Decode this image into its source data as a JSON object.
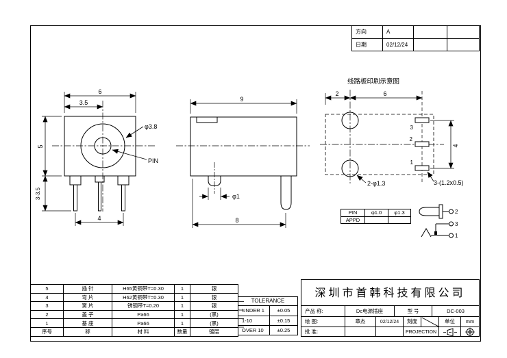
{
  "colors": {
    "line": "#000000",
    "background": "#ffffff"
  },
  "info_table": {
    "direction_label": "方向",
    "direction_value": "A",
    "date_label": "日期",
    "date_value": "02/12/24"
  },
  "front_view": {
    "dim_width": "6",
    "dim_half": "3.5",
    "dim_height": "5",
    "dim_pin_len": "3-3.5",
    "dim_pin_span": "4",
    "label_dia": "φ3.8",
    "label_pin": "PIN"
  },
  "side_view": {
    "dim_width": "9",
    "dim_pin_dia": "φ1",
    "dim_pin_pos": "8"
  },
  "pcb_view": {
    "title": "线路板印刷示意图",
    "dim_left": "2",
    "dim_right": "6",
    "dim_vertical": "4",
    "pad3": "3",
    "pad2": "2",
    "pad1": "1",
    "label_holes": "2-φ1.3",
    "label_slots": "3-(1.2x0.5)"
  },
  "pin_table": {
    "r1c1": "PIN",
    "r1c2": "φ1.0",
    "r1c3": "φ1.3",
    "r2c1": "APPD",
    "r2c2": "",
    "r2c3": ""
  },
  "schematic": {
    "t2": "2",
    "t3": "3",
    "t1": "1"
  },
  "parts_table": {
    "header": [
      "序号",
      "称",
      "材 料",
      "数量",
      "镀层"
    ],
    "rows": [
      [
        "5",
        "插 针",
        "H65黄铜带T=0.30",
        "1",
        "银"
      ],
      [
        "4",
        "弯 片",
        "H62黄铜带T=0.30",
        "1",
        "银"
      ],
      [
        "3",
        "簧 片",
        "锈钢带T=0.20",
        "1",
        "银"
      ],
      [
        "2",
        "盖 子",
        "Pa66",
        "1",
        "(黑)"
      ],
      [
        "1",
        "基 座",
        "Pa66",
        "1",
        "(黑)"
      ]
    ]
  },
  "tolerance": {
    "title": "TOLERANCE",
    "rows": [
      [
        "UNDER 1",
        "±0.05"
      ],
      [
        "1-10",
        "±0.15"
      ],
      [
        "OVER 10",
        "±0.25"
      ]
    ]
  },
  "title_block": {
    "company": "深圳市首韩科技有限公司",
    "product_label": "产品 称:",
    "product_value": "Dc电源插座",
    "model_label": "型 号",
    "model_value": "DC-003",
    "draw_label": "绘 图:",
    "draw_name": "章杰",
    "draw_date": "02/12/24",
    "scale_label": "刻度",
    "unit_label": "单位",
    "unit_value": "mm",
    "approve_label": "批 准:",
    "projection": "PROJECTION"
  }
}
